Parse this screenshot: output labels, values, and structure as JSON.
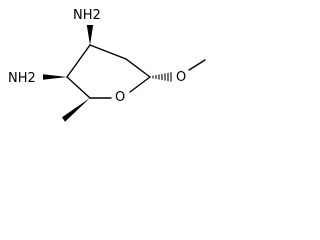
{
  "structure": {
    "atom_labels": {
      "amine_top": "NH2",
      "amine_left": "NH2",
      "ring_oxygen": "O",
      "methoxy_oxygen": "O"
    }
  },
  "colors": {
    "bond": "#000000",
    "background": "#ffffff"
  }
}
